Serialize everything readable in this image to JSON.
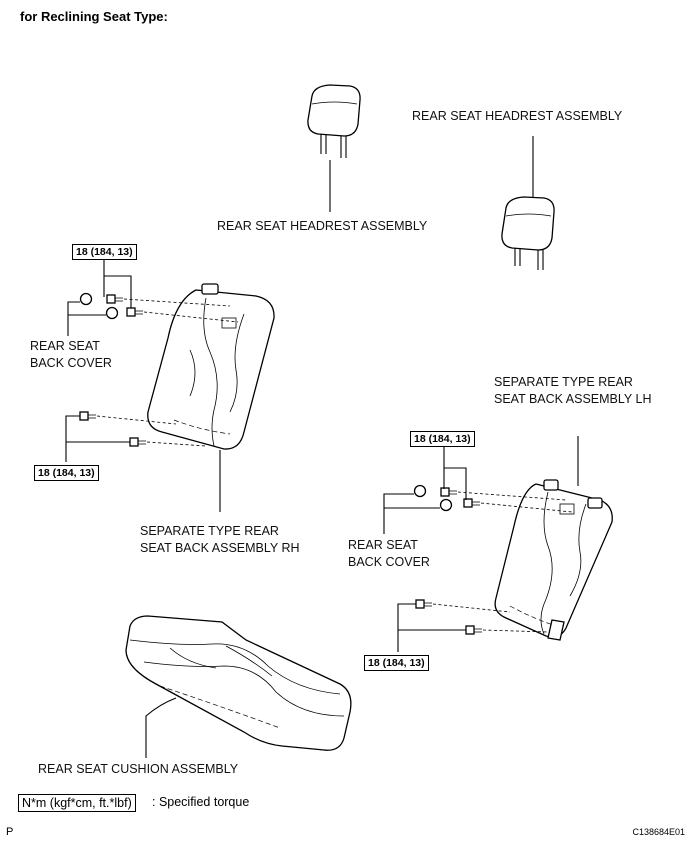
{
  "heading": "for Reclining Seat Type:",
  "labels": {
    "headrest_left": "REAR SEAT HEADREST ASSEMBLY",
    "headrest_right": "REAR SEAT HEADREST ASSEMBLY",
    "back_cover_left": "REAR SEAT\nBACK COVER",
    "back_cover_right": "REAR SEAT\nBACK COVER",
    "seat_back_rh": "SEPARATE TYPE REAR\nSEAT BACK ASSEMBLY RH",
    "seat_back_lh": "SEPARATE TYPE REAR\nSEAT BACK ASSEMBLY LH",
    "cushion": "REAR SEAT CUSHION ASSEMBLY"
  },
  "torque_specs": {
    "rh_upper": "18 (184, 13)",
    "rh_lower": "18 (184, 13)",
    "lh_upper": "18 (184, 13)",
    "lh_lower": "18 (184, 13)"
  },
  "legend": {
    "box": "N*m (kgf*cm, ft.*lbf)",
    "text": ": Specified torque"
  },
  "footer": {
    "page_marker": "P",
    "figure_code": "C138684E01"
  }
}
